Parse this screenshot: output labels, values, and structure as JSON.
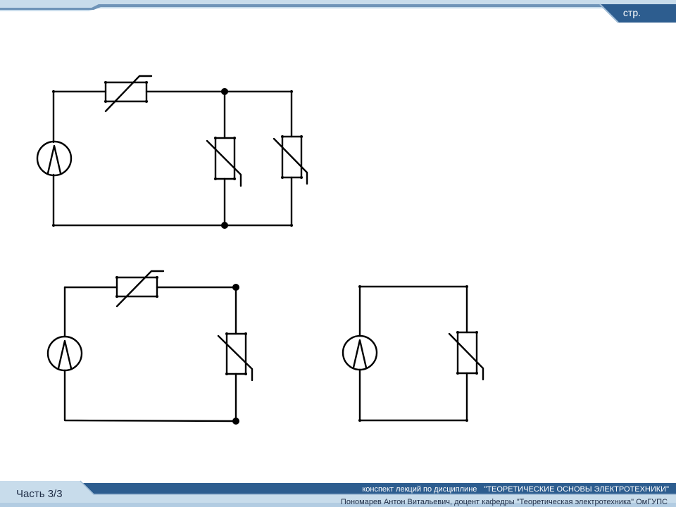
{
  "header": {
    "page_label": "стр.",
    "accent_color": "#2d5d8f",
    "light_color": "#c8dceb"
  },
  "footer": {
    "part_label": "Часть 3/3",
    "course_prefix": "конспект лекций по дисциплине",
    "course_title": "\"ТЕОРЕТИЧЕСКИЕ ОСНОВЫ ЭЛЕКТРОТЕХНИКИ\"",
    "author": "Пономарев Антон Витальевич, доцент кафедры \"Теоретическая электротехника\" ОмГУПС"
  },
  "circuits": [
    {
      "id": "circuit-1",
      "source": "voltage-source",
      "elements": [
        "series-nonlinear-resistor",
        "parallel-nonlinear-resistor-1",
        "parallel-nonlinear-resistor-2"
      ]
    },
    {
      "id": "circuit-2",
      "source": "voltage-source",
      "elements": [
        "series-nonlinear-resistor",
        "load-nonlinear-resistor"
      ]
    },
    {
      "id": "circuit-3",
      "source": "voltage-source",
      "elements": [
        "nonlinear-resistor"
      ]
    }
  ]
}
